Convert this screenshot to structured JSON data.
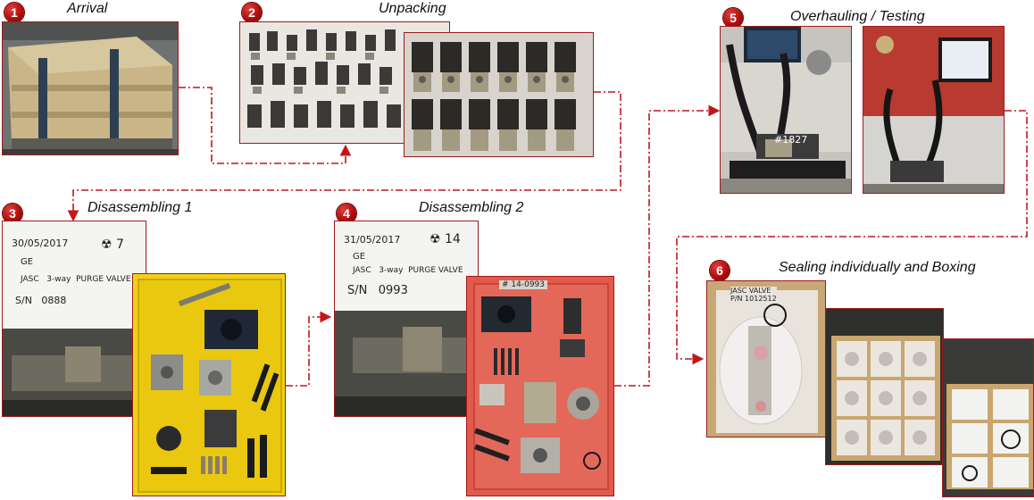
{
  "steps": [
    {
      "number": "1",
      "title": "Arrival"
    },
    {
      "number": "2",
      "title": "Unpacking"
    },
    {
      "number": "3",
      "title": "Disassembling 1"
    },
    {
      "number": "4",
      "title": "Disassembling 2"
    },
    {
      "number": "5",
      "title": "Overhauling / Testing"
    },
    {
      "number": "6",
      "title": "Sealing individually and Boxing"
    }
  ],
  "whiteboard_1": {
    "date": "30/05/2017",
    "mark": "☢ 7",
    "customer": "GE",
    "description": "JASC   3-way  PURGE VALVE",
    "serial": "S/N   0888"
  },
  "whiteboard_2": {
    "date": "31/05/2017",
    "mark": "☢ 14",
    "customer": "GE",
    "description": "JASC   3-way  PURGE VALVE",
    "serial": "S/N   0993"
  },
  "test_tag": "#1827",
  "tray_tag": "# 14-0993",
  "box_label": "JASC VALVE\nP/N 1012512",
  "colors": {
    "accent": "#b00d0d",
    "connector": "#c0171b"
  }
}
